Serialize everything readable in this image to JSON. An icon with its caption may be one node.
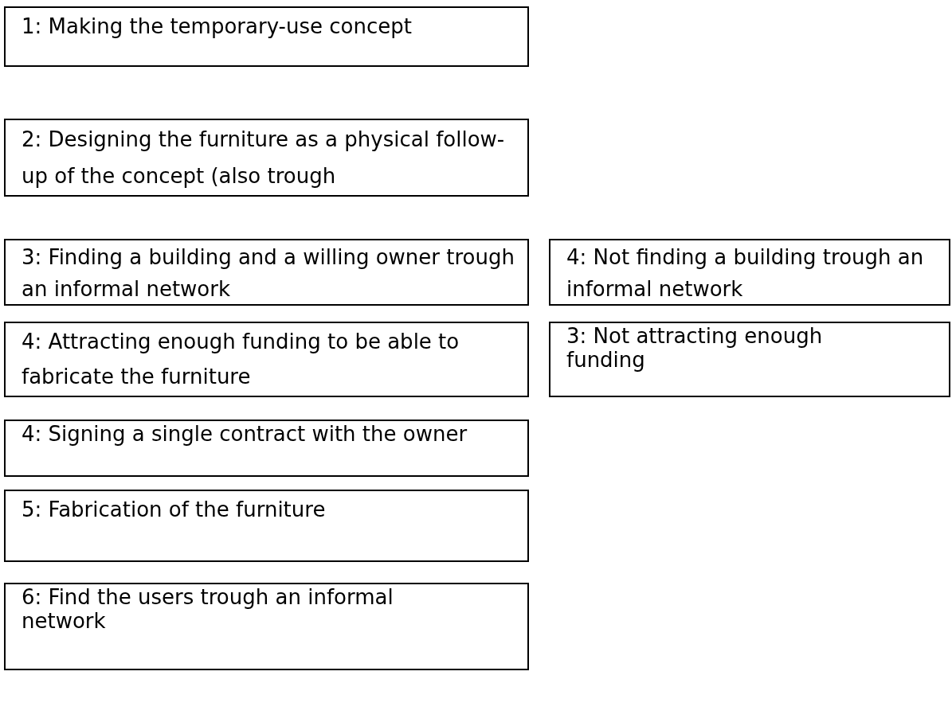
{
  "diagram": {
    "nodes": [
      {
        "text": [
          "1: Making the temporary-use concept"
        ]
      },
      {
        "text": [
          "2: Designing the furniture as a physical follow-up of the concept (also trough"
        ]
      },
      {
        "text": [
          "3: Finding a building and a willing owner trough an informal network"
        ]
      },
      {
        "text": [
          "4: Not finding a building trough an informal network"
        ]
      },
      {
        "text": [
          "4: Attracting enough funding to be able to fabricate the furniture"
        ]
      },
      {
        "text": [
          "3: Not attracting enough funding"
        ]
      },
      {
        "text": [
          "4: Signing a single contract with the owner"
        ]
      },
      {
        "text": [
          "5: Fabrication of the furniture"
        ]
      },
      {
        "text": [
          "6: Find the users trough an informal network"
        ]
      }
    ]
  }
}
